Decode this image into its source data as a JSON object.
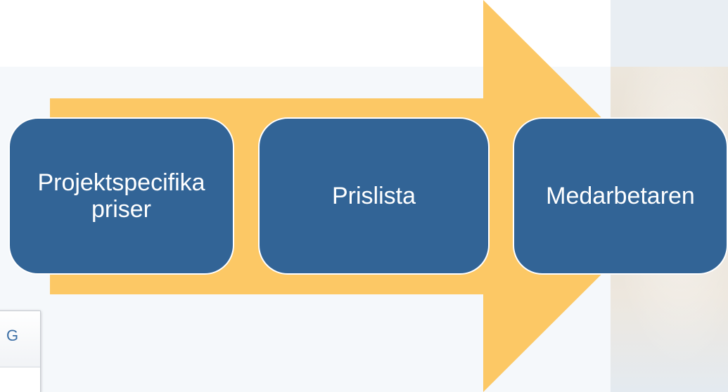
{
  "process": {
    "steps": [
      {
        "label": "Projektspecifika priser"
      },
      {
        "label": "Prislista"
      },
      {
        "label": "Medarbetaren"
      }
    ]
  },
  "fragment": {
    "partial_text": "G"
  },
  "colors": {
    "arrow": "#FCC865",
    "step_fill": "#326496",
    "step_border": "#FFFFFF",
    "step_text": "#FFFFFF"
  }
}
